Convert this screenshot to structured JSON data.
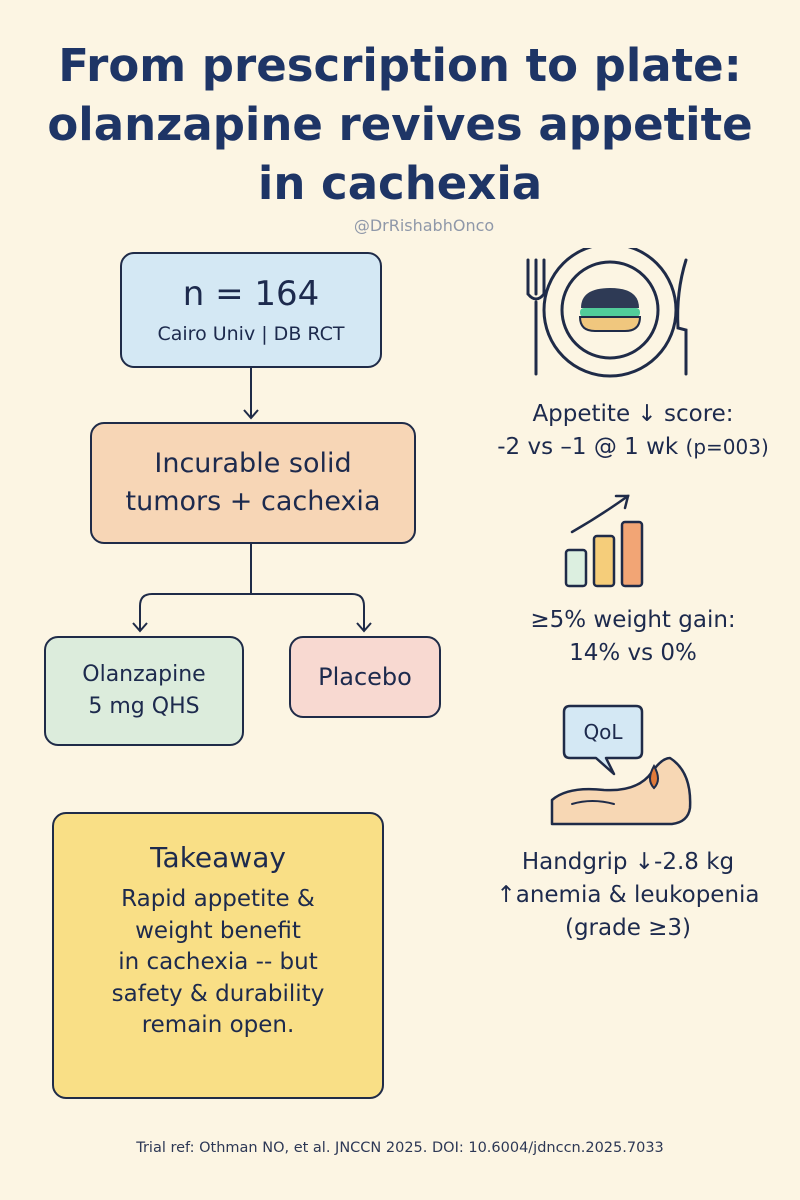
{
  "title": {
    "line1": "From prescription to plate:",
    "line2": "olanzapine revives appetite",
    "line3": "in cachexia"
  },
  "handle": "@DrRishabhOnco",
  "flow": {
    "enrolment": {
      "n": "n = 164",
      "sub": "Cairo Univ | DB RCT"
    },
    "population": {
      "line1": "Incurable solid",
      "line2": "tumors + cachexia"
    },
    "arm_olanzapine": {
      "line1": "Olanzapine",
      "line2": "5 mg QHS"
    },
    "arm_placebo": "Placebo"
  },
  "takeaway": {
    "heading": "Takeaway",
    "lines": [
      "Rapid appetite &",
      "weight benefit",
      "in cachexia -- but",
      "safety & durability",
      "remain open."
    ]
  },
  "stats": {
    "appetite": {
      "line1": "Appetite ↓ score:",
      "line2": "-2 vs –1 @ 1 wk",
      "line2_note": "(p=003)"
    },
    "weight": {
      "line1": "≥5% weight gain:",
      "line2": "14% vs 0%"
    },
    "safety": {
      "qol_label": "QoL",
      "line1": "Handgrip ↓-2.8 kg",
      "line2": "↑anemia & leukopenia",
      "line3": "(grade ≥3)"
    }
  },
  "footer": "Trial ref: Othman NO, et al. JNCCN 2025. DOI: 10.6004/jdnccn.2025.7033",
  "colors": {
    "background": "#fcf5e3",
    "title": "#1e3566",
    "enrolment_box": "#d4e8f4",
    "population_box": "#f7d6b6",
    "olanzapine_box": "#dcecdc",
    "placebo_box": "#f8d9d1",
    "takeaway_box": "#f9df86"
  },
  "icons": [
    "plate-cutlery-icon",
    "bar-chart-up-icon",
    "qol-speech-bubble-icon",
    "arm-droplet-icon"
  ]
}
